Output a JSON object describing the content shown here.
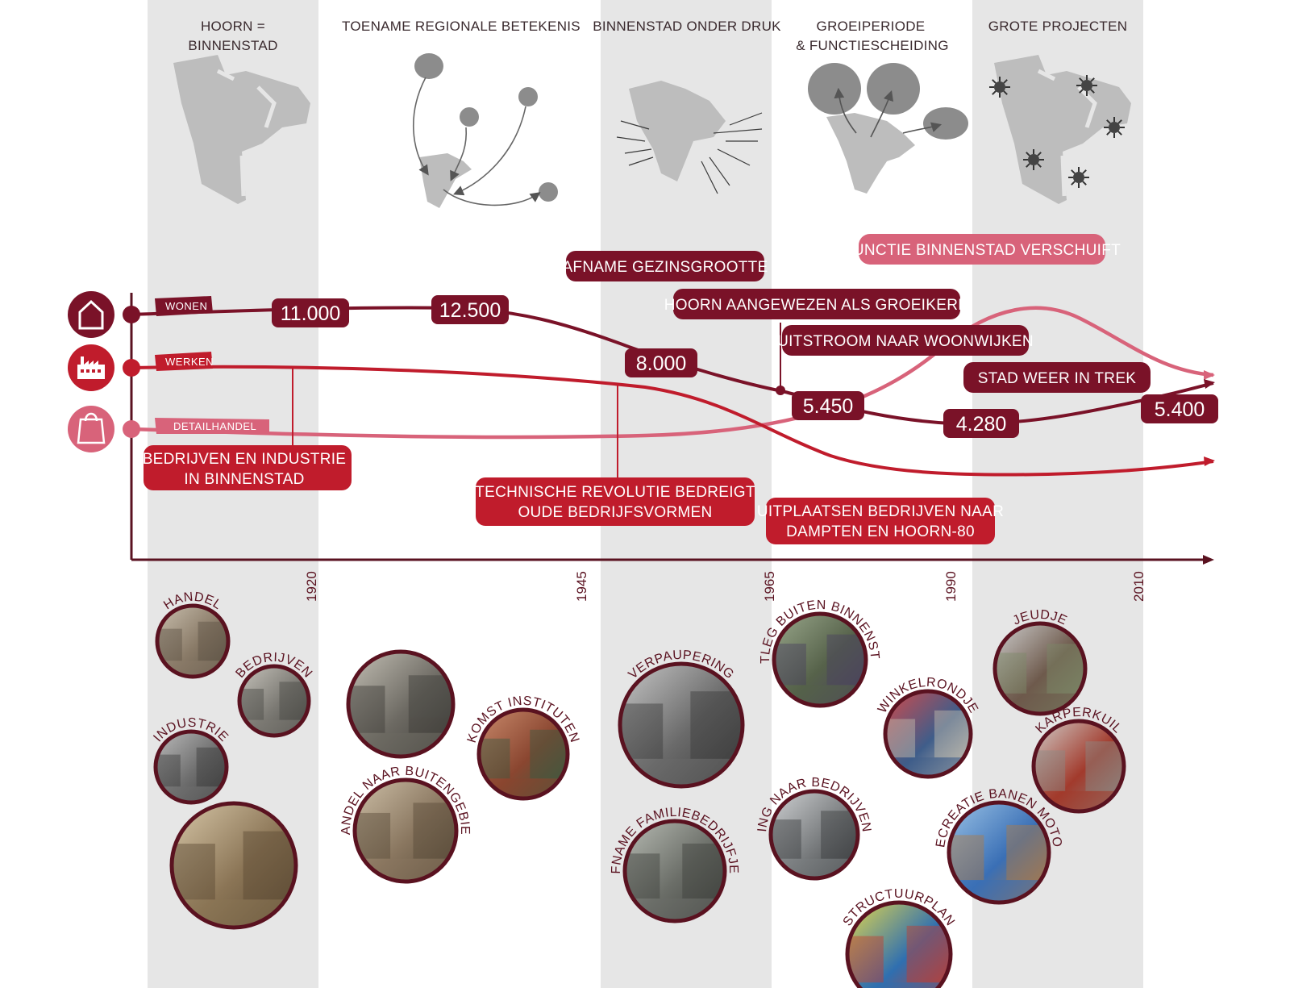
{
  "periods": [
    {
      "key": "p1",
      "title": [
        "HOORN =",
        "BINNENSTAD"
      ]
    },
    {
      "key": "p2",
      "title": [
        "TOENAME REGIONALE BETEKENIS"
      ]
    },
    {
      "key": "p3",
      "title": [
        "BINNENSTAD ONDER DRUK"
      ]
    },
    {
      "key": "p4",
      "title": [
        "GROEIPERIODE",
        "& FUNCTIESCHEIDING"
      ]
    },
    {
      "key": "p5",
      "title": [
        "GROTE PROJECTEN"
      ]
    }
  ],
  "categories": [
    {
      "key": "wonen",
      "label": "WONEN",
      "icon": "house-icon",
      "color": "#7a1228"
    },
    {
      "key": "werken",
      "label": "WERKEN",
      "icon": "factory-icon",
      "color": "#c01c2c"
    },
    {
      "key": "detailhandel",
      "label": "DETAILHANDEL",
      "icon": "shopping-bag-icon",
      "color": "#d8637a"
    }
  ],
  "years": [
    "1920",
    "1945",
    "1965",
    "1990",
    "2010"
  ],
  "values": [
    {
      "key": "v1",
      "text": "11.000"
    },
    {
      "key": "v2",
      "text": "12.500"
    },
    {
      "key": "v3",
      "text": "8.000"
    },
    {
      "key": "v4",
      "text": "5.450"
    },
    {
      "key": "v5",
      "text": "4.280"
    },
    {
      "key": "v6",
      "text": "5.400"
    }
  ],
  "annotations": [
    {
      "key": "a1",
      "lines": [
        "AFNAME GEZINSGROOTTE"
      ],
      "color": "#7a1228"
    },
    {
      "key": "a2",
      "lines": [
        "HOORN AANGEWEZEN ALS GROEIKERN"
      ],
      "color": "#7a1228"
    },
    {
      "key": "a3",
      "lines": [
        "UITSTROOM NAAR WOONWIJKEN"
      ],
      "color": "#7a1228"
    },
    {
      "key": "a4",
      "lines": [
        "STAD WEER IN TREK"
      ],
      "color": "#7a1228"
    },
    {
      "key": "a5",
      "lines": [
        "FUNCTIE BINNENSTAD VERSCHUIFT"
      ],
      "color": "#d8637a"
    },
    {
      "key": "a6",
      "lines": [
        "BEDRIJVEN EN INDUSTRIE",
        "IN BINNENSTAD"
      ],
      "color": "#c01c2c"
    },
    {
      "key": "a7",
      "lines": [
        "TECHNISCHE REVOLUTIE BEDREIGT",
        "OUDE BEDRIJFSVORMEN"
      ],
      "color": "#c01c2c"
    },
    {
      "key": "a8",
      "lines": [
        "UITPLAATSEN BEDRIJVEN NAAR",
        "DAMPTEN EN HOORN-80"
      ],
      "color": "#c01c2c"
    }
  ],
  "photos": [
    {
      "key": "f1",
      "label": "HANDEL"
    },
    {
      "key": "f2",
      "label": "BEDRIJVEN"
    },
    {
      "key": "f3",
      "label": "INDUSTRIE"
    },
    {
      "key": "f4",
      "label": ""
    },
    {
      "key": "f5",
      "label": ""
    },
    {
      "key": "f6",
      "label": "HANDEL NAAR BUITENGEBIED"
    },
    {
      "key": "f7",
      "label": "KOMST INSTITUTEN"
    },
    {
      "key": "f8",
      "label": "VERPAUPERING"
    },
    {
      "key": "f9",
      "label": "AFNAME FAMILIEBEDRIJFJES"
    },
    {
      "key": "f10",
      "label": "UITLEG BUITEN BINNENSTAD"
    },
    {
      "key": "f11",
      "label": "WINKELRONDJE"
    },
    {
      "key": "f12",
      "label": "VERPLAATSING NAAR BEDRIJVENTERREINEN"
    },
    {
      "key": "f13",
      "label": "STRUCTUURPLAN"
    },
    {
      "key": "f14",
      "label": "JEUDJE"
    },
    {
      "key": "f15",
      "label": "KARPERKUIL"
    },
    {
      "key": "f16",
      "label": "RECREATIE BANEN MOTOR"
    }
  ],
  "colors": {
    "band": "#e6e6e6",
    "axis": "#5a1220",
    "wonen": "#7a1228",
    "werken": "#c01c2c",
    "detailhandel": "#d8637a",
    "map": "#bdbdbd",
    "mapDark": "#8c8c8c"
  }
}
